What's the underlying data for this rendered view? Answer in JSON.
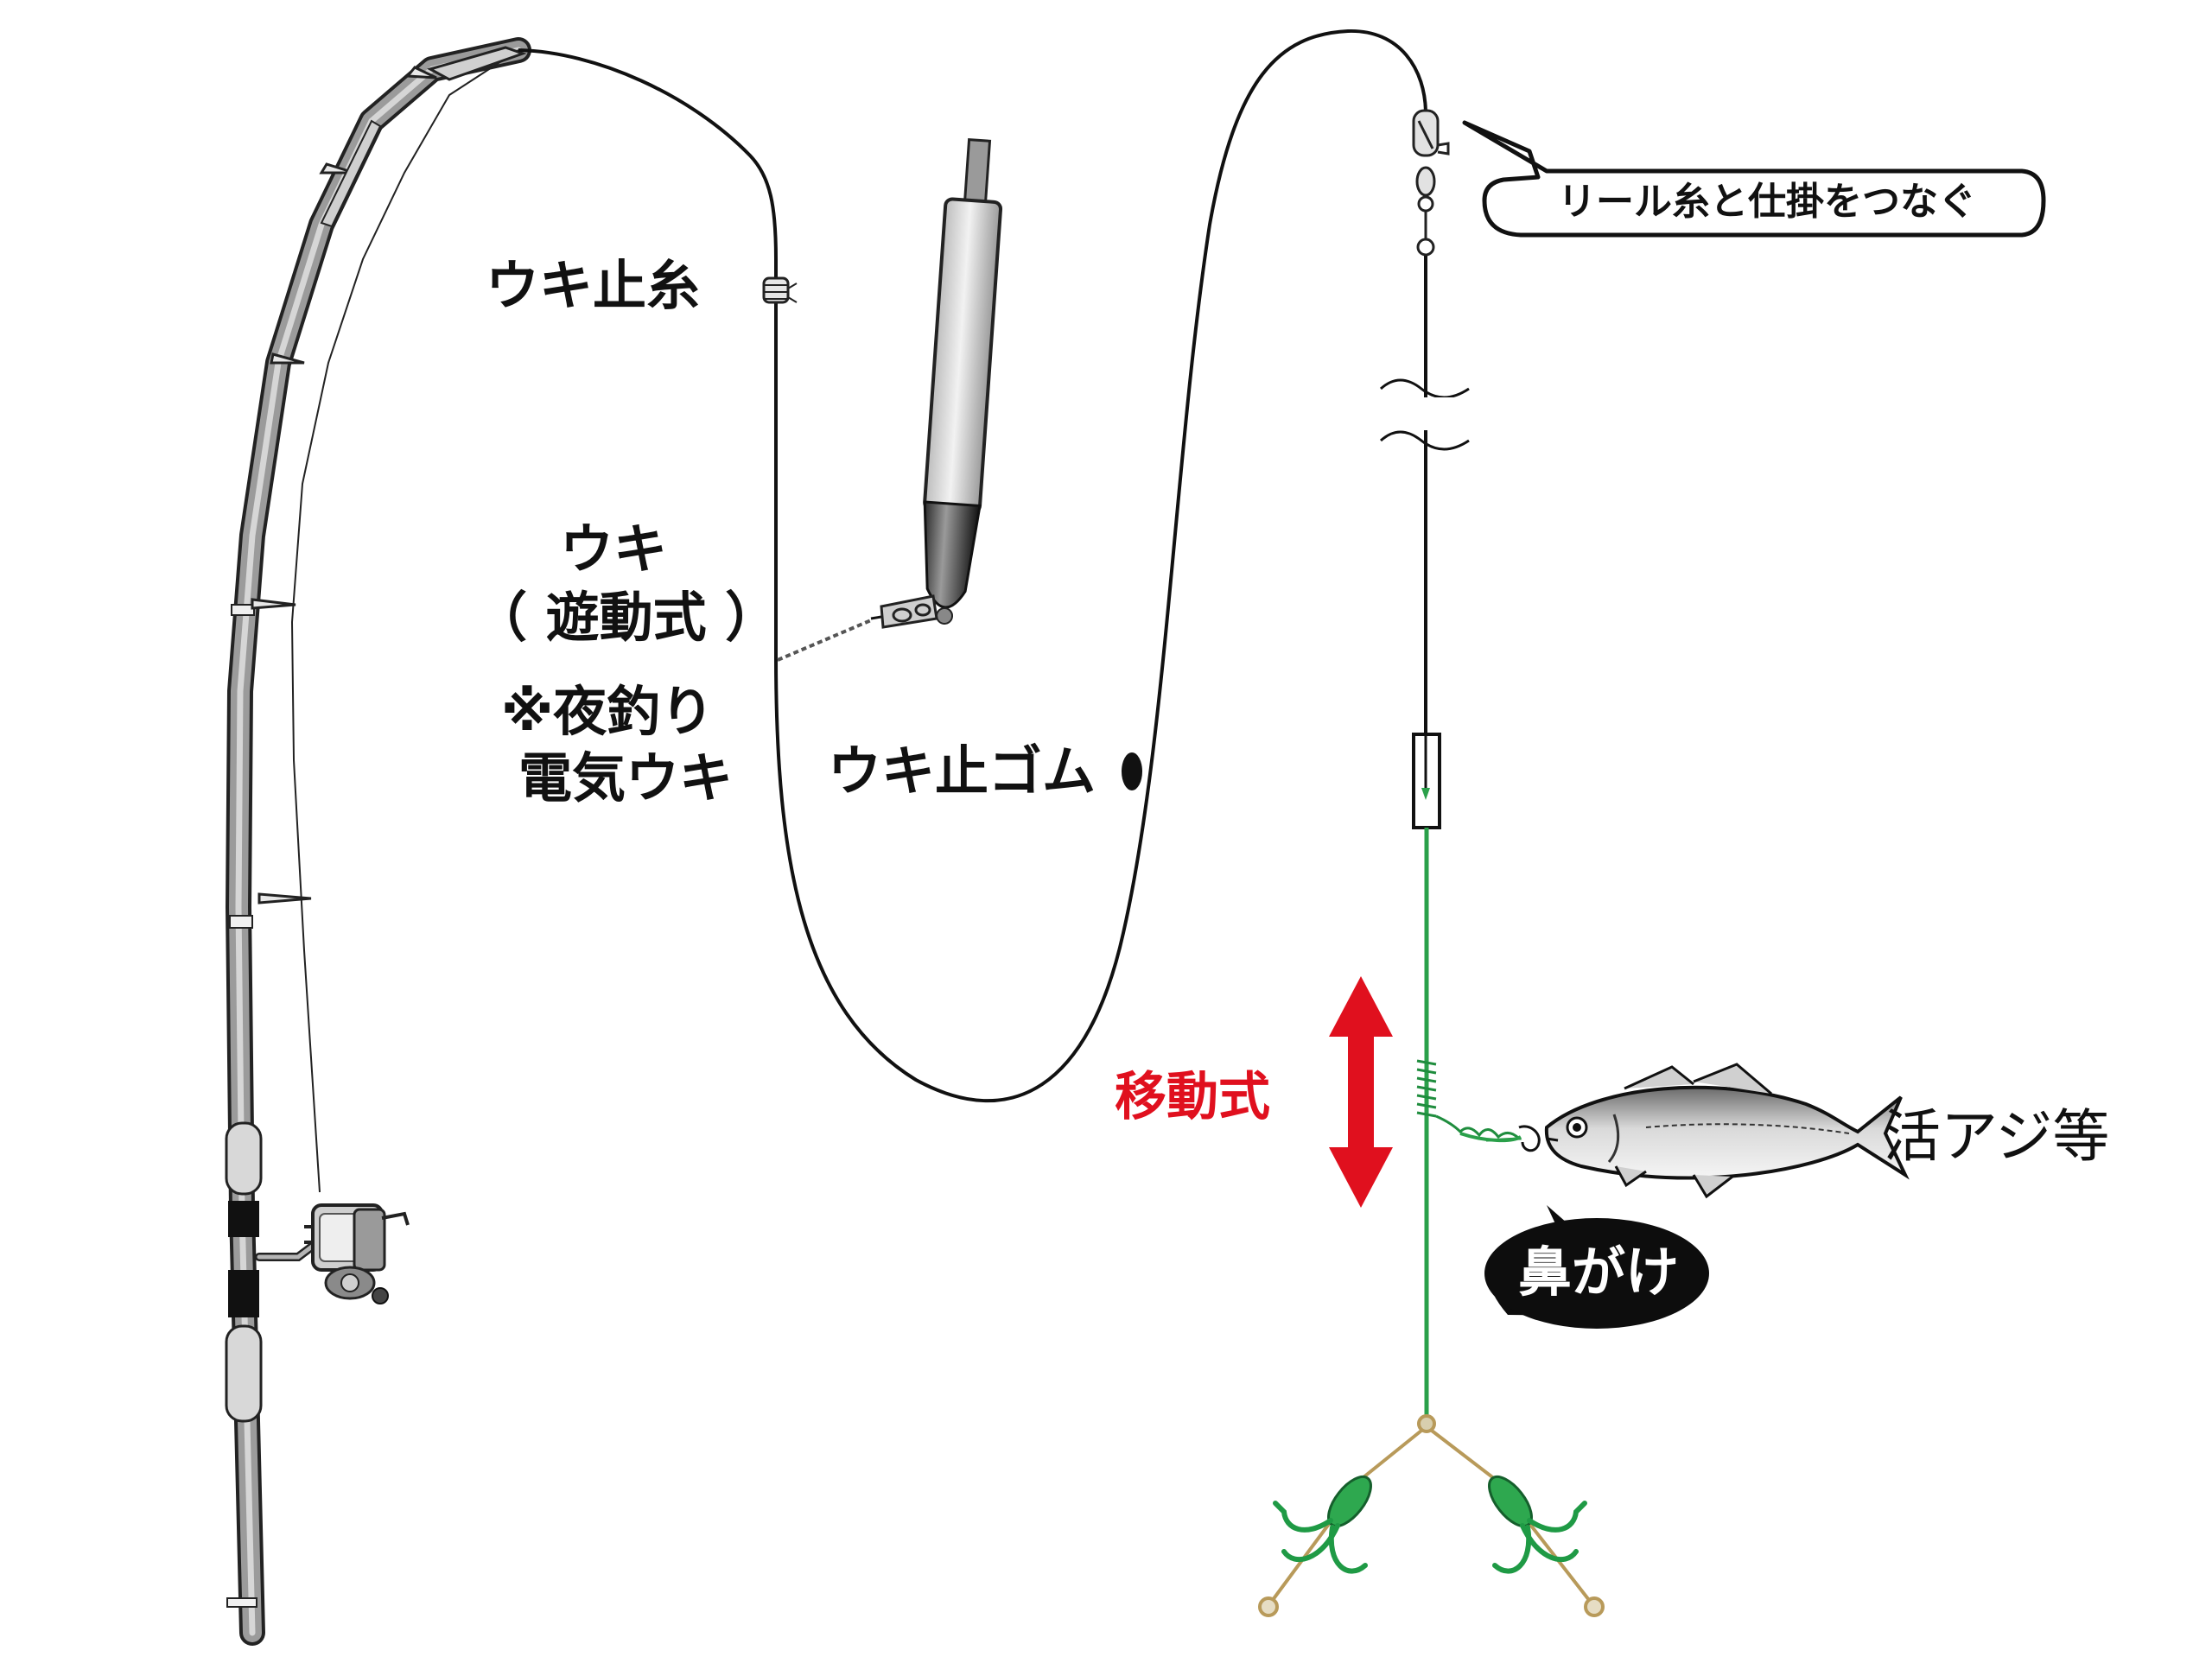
{
  "labels": {
    "float_stopper_thread": "ウキ止糸",
    "float": "ウキ",
    "float_type": "（ 遊動式 ）",
    "night_note": "※夜釣り",
    "electric_float": "電気ウキ",
    "float_stopper_rubber": "ウキ止ゴム",
    "connector_note": "リール糸と仕掛をつなぐ",
    "movable": "移動式",
    "bait": "活アジ等",
    "nose_hook": "鼻がけ"
  },
  "colors": {
    "line": "#111111",
    "leader": "#2aa04a",
    "arrow": "#e0101e",
    "rod_gray": "#8a8a8a",
    "rod_light": "#e6e6e6",
    "float_body": "#d8d8d8",
    "bubble_dark": "#0d0d0d",
    "hook_green": "#1f9a45",
    "branch_tan": "#b89a5a"
  },
  "icons": {
    "rod": "fishing-rod-icon",
    "reel": "spinning-reel-icon",
    "float": "float-icon",
    "swivel": "swivel-icon",
    "fish": "horse-mackerel-icon",
    "hook": "treble-hook-icon"
  }
}
